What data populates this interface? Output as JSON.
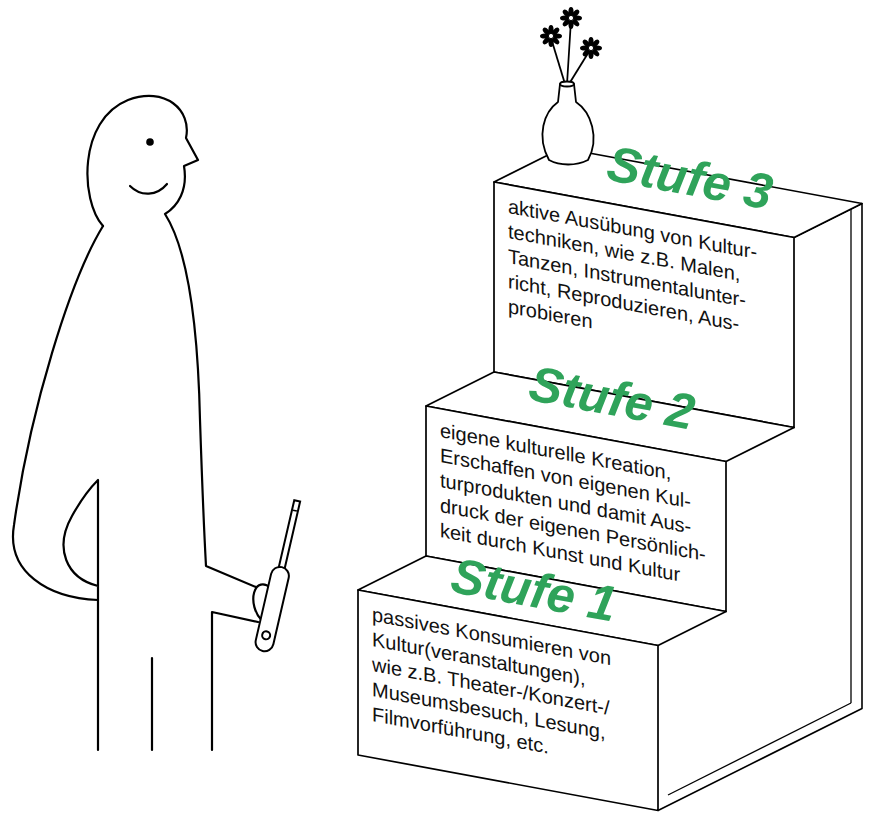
{
  "diagram": {
    "nodes": [
      {
        "text": [
          "Stufe 3",
          "aktive Ausübung von Kultur- techniken, wie z.B. Malen, Tanzen, Instrumentalunter- richt, Reproduzieren, Aus- probieren"
        ]
      },
      {
        "text": [
          "Stufe 2",
          "eigene kulturelle Kreation, Erschaffen von eigenen Kul- turprodukten und damit Aus- druck der eigenen Persönlich- keit durch Kunst und Kultur"
        ]
      },
      {
        "text": [
          "Stufe 1",
          "passives Konsumieren von Kultur(veranstaltungen), wie z.B. Theater-/Konzert-/ Museumsbesuch, Lesung, Filmvorführung, etc."
        ]
      }
    ]
  }
}
